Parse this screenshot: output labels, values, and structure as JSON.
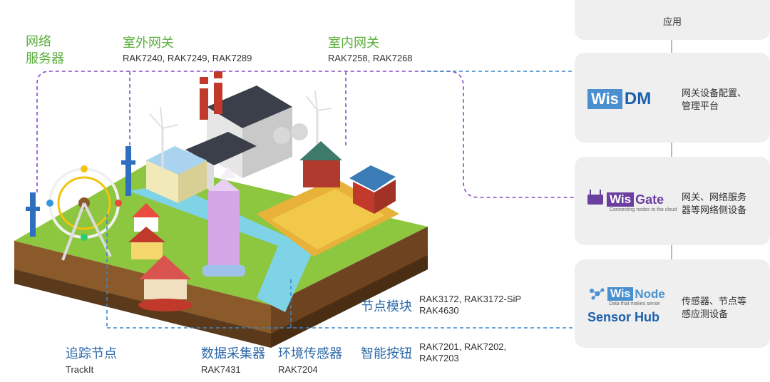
{
  "labels": {
    "network_server": [
      "网络",
      "服务器"
    ],
    "outdoor_gateway": {
      "title": "室外网关",
      "models": "RAK7240, RAK7249, RAK7289"
    },
    "indoor_gateway": {
      "title": "室内网关",
      "models": "RAK7258, RAK7268"
    },
    "node_module": {
      "title": "节点模块",
      "models": [
        "RAK3172, RAK3172-SiP",
        "RAK4630"
      ]
    },
    "tracker": {
      "title": "追踪节点",
      "model": "TrackIt"
    },
    "data_collector": {
      "title": "数据采集器",
      "model": "RAK7431"
    },
    "env_sensor": {
      "title": "环境传感器",
      "model": "RAK7204"
    },
    "smart_button": {
      "title": "智能按钮",
      "models": [
        "RAK7201, RAK7202,",
        "RAK7203"
      ]
    }
  },
  "stack": {
    "app": {
      "label": "应用"
    },
    "wisdm": {
      "logo_left": "Wis",
      "logo_right": "DM",
      "desc": [
        "网关设备配置、",
        "管理平台"
      ]
    },
    "wisgate": {
      "logo_left": "Wis",
      "logo_right": "Gate",
      "tagline": "Connecting nodes to the cloud",
      "desc": [
        "网关、网络服务",
        "器等网络侧设备"
      ]
    },
    "wisnode": {
      "logo_left": "Wis",
      "logo_right": "Node",
      "tagline": "Data that makes sense",
      "hub": "Sensor Hub",
      "desc": [
        "传感器、节点等",
        "感应测设备"
      ]
    }
  },
  "colors": {
    "green_label": "#5aae3c",
    "blue_label": "#2a67a8",
    "purple_line": "#8a4bc9",
    "blue_line": "#3a86c8",
    "card_bg": "#efefef",
    "wis_blue": "#4a90d0",
    "dm_blue": "#1a5fae",
    "gate_purple": "#6b3fa0"
  }
}
